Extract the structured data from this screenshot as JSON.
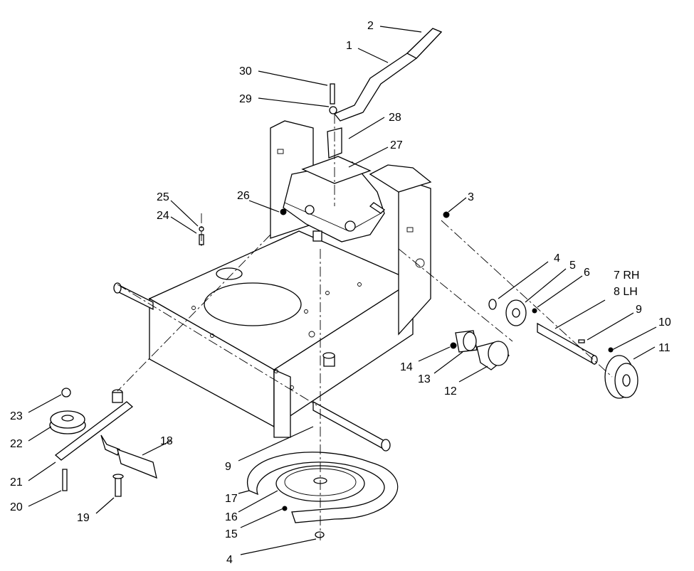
{
  "callouts": {
    "c1": "1",
    "c2": "2",
    "c3": "3",
    "c4a": "4",
    "c4b": "4",
    "c5": "5",
    "c6": "6",
    "c7": "7 RH",
    "c8": "8 LH",
    "c9a": "9",
    "c9b": "9",
    "c10": "10",
    "c11": "11",
    "c12": "12",
    "c13": "13",
    "c14": "14",
    "c15": "15",
    "c16": "16",
    "c17": "17",
    "c18": "18",
    "c19": "19",
    "c20": "20",
    "c21": "21",
    "c22": "22",
    "c23": "23",
    "c24": "24",
    "c25": "25",
    "c26": "26",
    "c27": "27",
    "c28": "28",
    "c29": "29",
    "c30": "30"
  }
}
